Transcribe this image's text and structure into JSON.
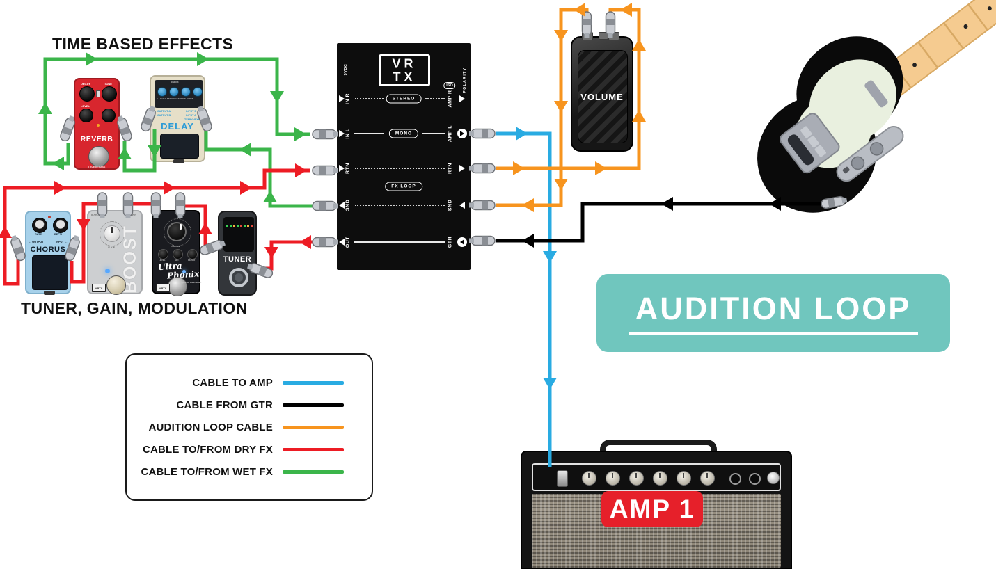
{
  "titles": {
    "wet_group": "TIME BASED EFFECTS",
    "dry_group": "TUNER, GAIN, MODULATION"
  },
  "banner": {
    "label": "AUDITION LOOP"
  },
  "colors": {
    "cable_to_amp": "#29ABE2",
    "cable_from_gtr": "#000000",
    "audition_loop_cable": "#F7941E",
    "cable_dry_fx": "#ED1C24",
    "cable_wet_fx": "#3BB54A",
    "banner_bg": "#70C6BE",
    "amp_badge_bg": "#E6202A"
  },
  "legend": {
    "items": [
      {
        "label": "CABLE TO AMP",
        "color_key": "cable_to_amp"
      },
      {
        "label": "CABLE FROM GTR",
        "color_key": "cable_from_gtr"
      },
      {
        "label": "AUDITION LOOP CABLE",
        "color_key": "audition_loop_cable"
      },
      {
        "label": "CABLE TO/FROM DRY FX",
        "color_key": "cable_dry_fx"
      },
      {
        "label": "CABLE TO/FROM WET FX",
        "color_key": "cable_wet_fx"
      }
    ]
  },
  "switcher": {
    "brand_line1": "VR",
    "brand_line2": "TX",
    "power_label": "9VDC",
    "polarity_label": "POLARITY",
    "iso_label": "ISO",
    "stereo_label": "STEREO",
    "mono_label": "MONO",
    "fx_loop_label": "FX LOOP",
    "in_r": "IN R",
    "in_l": "IN L",
    "amp_r": "AMP R",
    "amp_l": "AMP L",
    "rtn_l": "RTN",
    "rtn_r": "RTN",
    "snd_l": "SND",
    "snd_r": "SND",
    "out": "OUT",
    "gtr": "GTR"
  },
  "pedals": {
    "reverb": {
      "name": "REVERB",
      "knob1": "DECAY",
      "knob2": "TONE",
      "knob3": "LEVEL",
      "footer": "TRUE BYPASS"
    },
    "delay": {
      "name": "DELAY",
      "check": "CHECK",
      "knob_row": "E.LEVEL  FEEDBACK  TIME  MODE",
      "out_a": "← OUTPUT A",
      "out_b": "← OUTPUT B",
      "in_b": "INPUT B ←",
      "in_a": "INPUT A ←",
      "tempo": "TEMPO/EXP ←"
    },
    "chorus": {
      "name": "CHORUS",
      "knob1": "RATE",
      "knob2": "DEPTH",
      "out_label": "← OUTPUT",
      "in_label": "INPUT ←"
    },
    "boost": {
      "name": "BOOST",
      "knob": "LEVEL",
      "badge": "VRTX",
      "top_left": "OUTPUT",
      "top_right": "INPUT"
    },
    "ultraphonix": {
      "name_line1": "Ultra",
      "name_line2": "Phonix",
      "sub": "Special Overdrive",
      "big_knob": "VOLUME",
      "knob1": "LEVEL",
      "knob2": "MID",
      "knob3": "FILTER",
      "badge": "VRTX"
    },
    "tuner": {
      "name": "TUNER",
      "led_colors": [
        "#39D353",
        "#39D353",
        "#F5B041",
        "#39D353",
        "#E5493B",
        "#39D353",
        "#F5B041",
        "#E5493B"
      ]
    },
    "volume": {
      "name": "VOLUME"
    }
  },
  "amp": {
    "badge": "AMP 1"
  }
}
